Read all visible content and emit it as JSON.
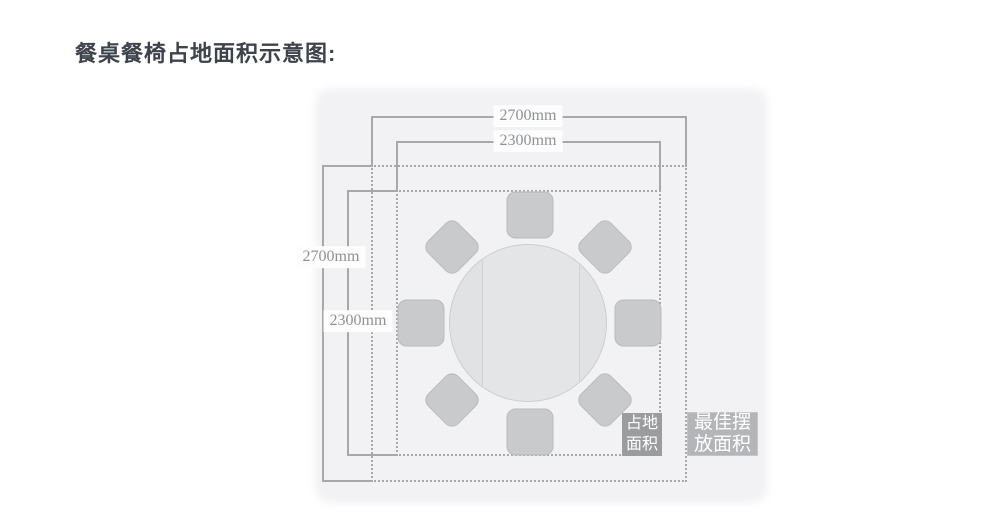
{
  "title": "餐桌餐椅占地面积示意图:",
  "diagram": {
    "dims": {
      "top_outer": "2700mm",
      "top_inner": "2300mm",
      "left_outer": "2700mm",
      "left_inner": "2300mm"
    },
    "labels": {
      "footprint_line1": "占地",
      "footprint_line2": "面积",
      "best_line1": "最佳摆",
      "best_line2": "放面积"
    },
    "table": {
      "shape": "round",
      "seats": 8
    },
    "colors": {
      "panel_bg": "#f2f2f4",
      "line": "#a6a8aa",
      "chair_fill": "#c8cacc",
      "chair_border": "#b9bbbd",
      "table_fill": "#e1e2e4",
      "footprint_box_bg": "#9a9c9e",
      "best_box_bg": "#b3b5b8",
      "dim_text": "#8f9193",
      "title_color": "#3d424b"
    }
  }
}
